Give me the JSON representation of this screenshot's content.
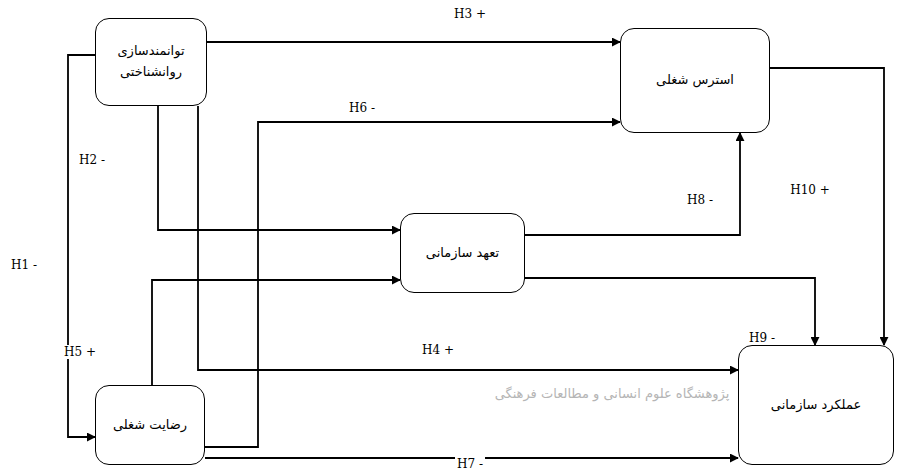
{
  "diagram": {
    "nodes": [
      {
        "text": [
          "توانمندسازی روانشناختی"
        ]
      },
      {
        "text": [
          "استرس شغلی"
        ]
      },
      {
        "text": [
          "تعهد سازمانی"
        ]
      },
      {
        "text": [
          "رضایت شغلی"
        ]
      },
      {
        "text": [
          "عملکرد سازمانی"
        ]
      }
    ],
    "edges": [
      {
        "from": 0,
        "to": 3,
        "label": "H1 -",
        "arrow": "to"
      },
      {
        "from": 0,
        "to": 2,
        "label": "H2 -",
        "arrow": "to"
      },
      {
        "from": 0,
        "to": 1,
        "label": "H3 +",
        "arrow": "to"
      },
      {
        "from": 0,
        "to": 4,
        "label": "H4 +",
        "arrow": "to"
      },
      {
        "from": 3,
        "to": 2,
        "label": "H5 +",
        "arrow": "to"
      },
      {
        "from": 3,
        "to": 1,
        "label": "H6 -",
        "arrow": "to"
      },
      {
        "from": 3,
        "to": 4,
        "label": "H7 -",
        "arrow": "to"
      },
      {
        "from": 2,
        "to": 1,
        "label": "H8 -",
        "arrow": "to"
      },
      {
        "from": 2,
        "to": 4,
        "label": "H9 -",
        "arrow": "to"
      },
      {
        "from": 1,
        "to": 4,
        "label": "H10 +",
        "arrow": "to"
      }
    ],
    "labels": [
      "پژوهشگاه علوم انسانی و مطالعات فرهنگی"
    ]
  }
}
